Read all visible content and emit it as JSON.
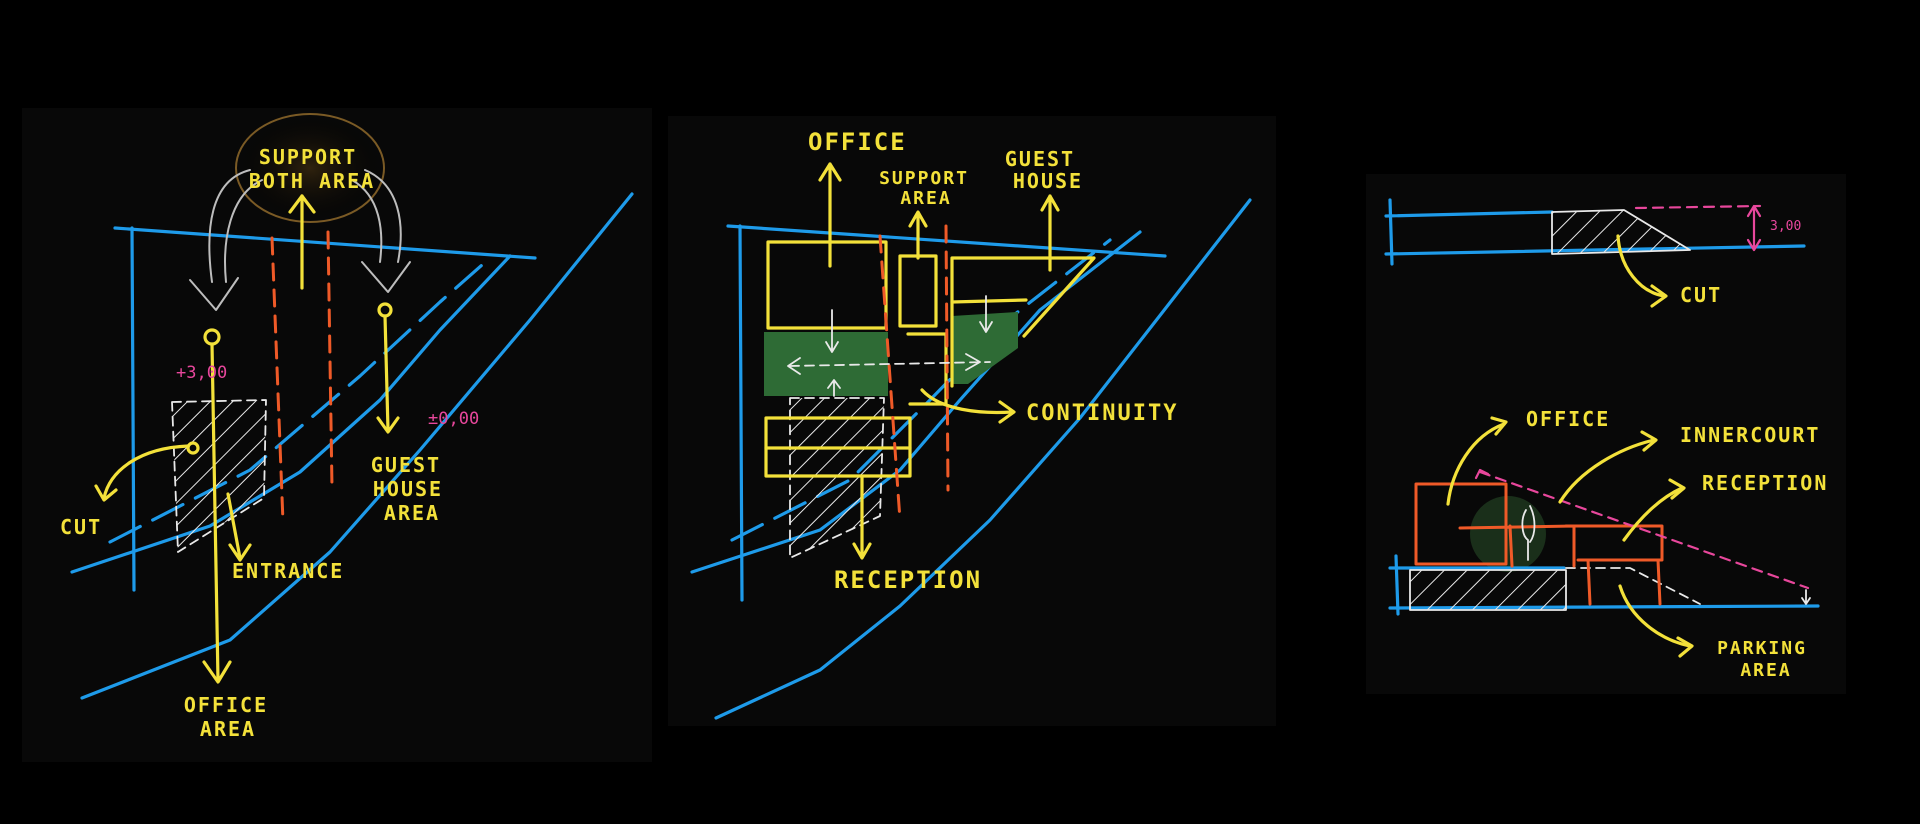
{
  "colors": {
    "background": "#000000",
    "panel": "#080808",
    "site_line": "#1e9bea",
    "annotation": "#f3e13a",
    "axis_dashed": "#ef5a28",
    "level_mark": "#e8479c",
    "green_space": "#2e6b35",
    "hatch": "#e9e9e9"
  },
  "panel1": {
    "support_label_1": "SUPPORT",
    "support_label_2": "BOTH AREA",
    "level_high": "+3,00",
    "level_zero": "±0,00",
    "cut": "CUT",
    "entrance": "ENTRANCE",
    "guest_1": "GUEST",
    "guest_2": "HOUSE",
    "guest_3": "AREA",
    "office_1": "OFFICE",
    "office_2": "AREA"
  },
  "panel2": {
    "office": "OFFICE",
    "support_1": "SUPPORT",
    "support_2": "AREA",
    "guest_1": "GUEST",
    "guest_2": "HOUSE",
    "continuity": "CONTINUITY",
    "reception": "RECEPTION"
  },
  "panel3": {
    "level": "3,00",
    "cut": "CUT",
    "office": "OFFICE",
    "innercourt": "INNERCOURT",
    "reception": "RECEPTION",
    "parking_1": "PARKING",
    "parking_2": "AREA"
  }
}
